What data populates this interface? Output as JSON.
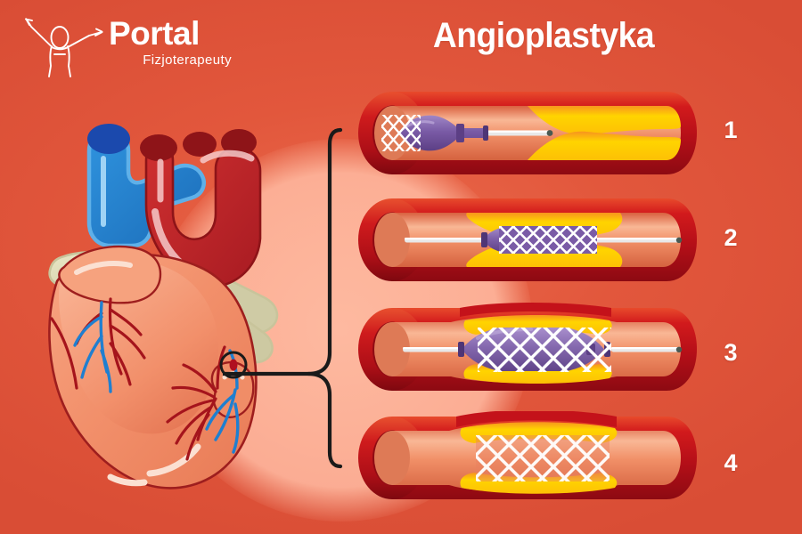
{
  "brand": {
    "name": "Portal",
    "tagline": "Fizjoterapeuty",
    "logo_icon": "stick-figure-arms-raised-icon"
  },
  "header": {
    "title": "Angioplastyka"
  },
  "colors": {
    "background_start": "#ea6a4b",
    "background_end": "#d94d35",
    "glow": "#ffbea5",
    "vessel_wall_dark": "#c1161c",
    "vessel_wall_mid": "#e03223",
    "vessel_lumen": "#f08a64",
    "plaque_yellow": "#ffd400",
    "plaque_orange": "#f7941e",
    "catheter_purple": "#7a5ba6",
    "balloon_purple": "#8d6cb5",
    "stent_mesh": "#ffffff",
    "guidewire": "#e8e8e8",
    "title_text": "#ffffff",
    "artery_red": "#b01c1c",
    "vein_blue": "#1f7fd0",
    "aorta_red": "#c0272d",
    "pulmonary_cream": "#e2e0bd",
    "myocardium": "#f28f6a",
    "bracket_line": "#1a1a1a"
  },
  "illustration": {
    "heart_name": "human-heart-with-coronary-arteries",
    "callout_marker": "coronary-artery-blockage-marker",
    "bracket_name": "callout-bracket-connector",
    "heart_parts": [
      "superior-vena-cava",
      "aorta",
      "pulmonary-artery",
      "pulmonary-veins",
      "left-atrial-appendage",
      "left-ventricle",
      "right-ventricle",
      "coronary-arteries",
      "cardiac-veins"
    ]
  },
  "steps": [
    {
      "number": "1",
      "name": "catheter-insertion",
      "vessel": "narrowed-artery-with-plaque",
      "stent_state": "collapsed",
      "balloon_state": "deflated",
      "plaque_visible": true,
      "guidewire_visible": true
    },
    {
      "number": "2",
      "name": "stent-positioning",
      "vessel": "narrowed-artery-with-plaque",
      "stent_state": "collapsed-in-place",
      "balloon_state": "deflated",
      "plaque_visible": true,
      "guidewire_visible": true
    },
    {
      "number": "3",
      "name": "balloon-inflation",
      "vessel": "expanding-artery",
      "stent_state": "expanded",
      "balloon_state": "inflated",
      "plaque_visible": true,
      "guidewire_visible": true
    },
    {
      "number": "4",
      "name": "stent-deployed-catheter-removed",
      "vessel": "restored-artery",
      "stent_state": "expanded-final",
      "balloon_state": "removed",
      "plaque_visible": true,
      "guidewire_visible": false
    }
  ]
}
